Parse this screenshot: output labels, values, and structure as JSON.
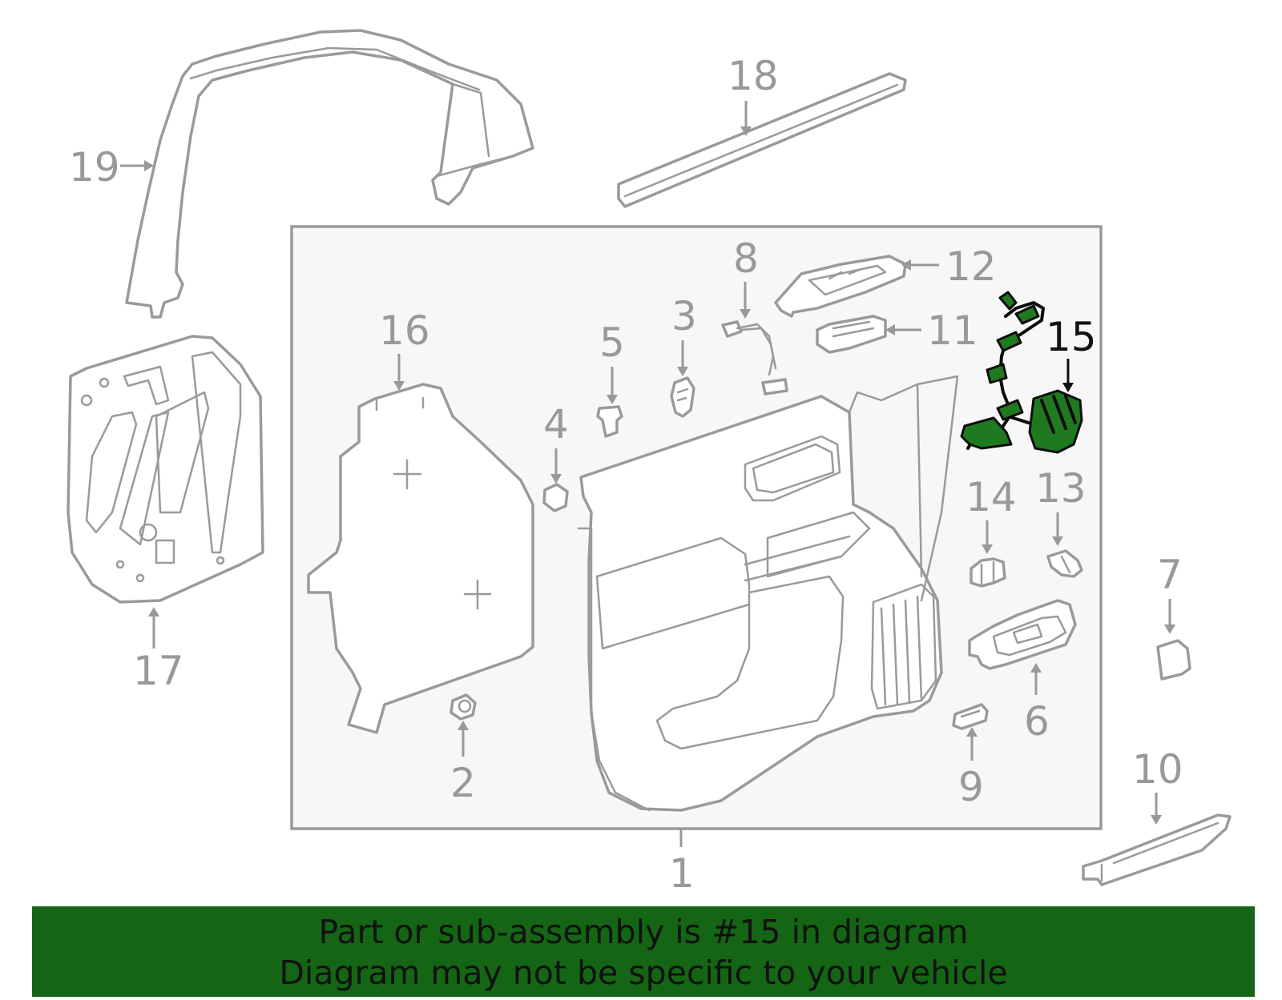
{
  "diagram": {
    "callouts": [
      {
        "id": "1",
        "text": "1"
      },
      {
        "id": "2",
        "text": "2"
      },
      {
        "id": "3",
        "text": "3"
      },
      {
        "id": "4",
        "text": "4"
      },
      {
        "id": "5",
        "text": "5"
      },
      {
        "id": "6",
        "text": "6"
      },
      {
        "id": "7",
        "text": "7"
      },
      {
        "id": "8",
        "text": "8"
      },
      {
        "id": "9",
        "text": "9"
      },
      {
        "id": "10",
        "text": "10"
      },
      {
        "id": "11",
        "text": "11"
      },
      {
        "id": "12",
        "text": "12"
      },
      {
        "id": "13",
        "text": "13"
      },
      {
        "id": "14",
        "text": "14"
      },
      {
        "id": "15",
        "text": "15"
      },
      {
        "id": "16",
        "text": "16"
      },
      {
        "id": "17",
        "text": "17"
      },
      {
        "id": "18",
        "text": "18"
      },
      {
        "id": "19",
        "text": "19"
      }
    ],
    "highlighted_part": "15",
    "colors": {
      "line_gray": "#9a9a9a",
      "highlight_green": "#1f7a1f",
      "banner_green": "#146614",
      "box_fill": "#f7f7f7"
    }
  },
  "banner": {
    "line1": "Part or sub-assembly is #15 in diagram",
    "line2": "Diagram may not be specific to your vehicle"
  }
}
